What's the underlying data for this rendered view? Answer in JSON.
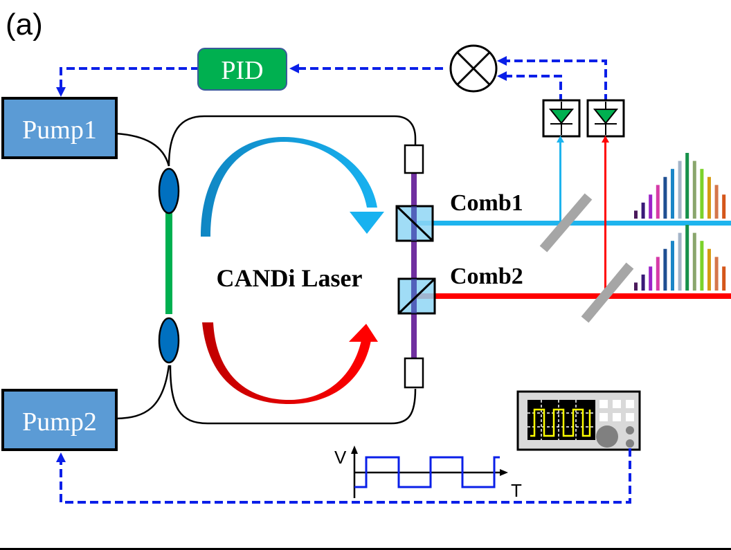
{
  "figure": {
    "panel_label": "(a)",
    "title": "CANDi Laser"
  },
  "components": {
    "pump1": {
      "label": "Pump1",
      "color": "#5b9bd5"
    },
    "pump2": {
      "label": "Pump2",
      "color": "#5b9bd5"
    },
    "pid": {
      "label": "PID",
      "color": "#00b050"
    },
    "mixer": {
      "label": "mixer"
    },
    "photodiode1": {
      "label": "photodiode",
      "fill": "#00b050"
    },
    "photodiode2": {
      "label": "photodiode",
      "fill": "#00b050"
    },
    "oscilloscope": {
      "label": "function generator",
      "trace_color": "#ffff00"
    },
    "gain_fiber": {
      "color": "#00b050"
    },
    "coupler_color": "#0070c0",
    "output_fiber_color": "#7030a0"
  },
  "beams": {
    "comb1": {
      "label": "Comb1",
      "color": "#1eb4ee"
    },
    "comb2": {
      "label": "Comb2",
      "color": "#ff0000"
    }
  },
  "arrows": {
    "cw": {
      "color_start": "#0f86c3",
      "color_end": "#18b2f0"
    },
    "ccw": {
      "color_start": "#c00000",
      "color_end": "#ff0000"
    }
  },
  "signal_plot": {
    "y_label": "V",
    "x_label": "T",
    "waveform": "square",
    "color": "#0a1fe8"
  },
  "feedback_line_color": "#0a1fe8",
  "spectrum": {
    "relative_heights": [
      0.1,
      0.2,
      0.3,
      0.42,
      0.52,
      0.62,
      0.72,
      0.82,
      0.72,
      0.62,
      0.52,
      0.42,
      0.3
    ],
    "colors": [
      "#4b1a5c",
      "#3a1a78",
      "#9b22c8",
      "#d63ba8",
      "#1f4f92",
      "#1b86c7",
      "#a4b4c8",
      "#16914a",
      "#8aa66c",
      "#7bd22a",
      "#d59b12",
      "#d5774b",
      "#d5561a"
    ]
  }
}
